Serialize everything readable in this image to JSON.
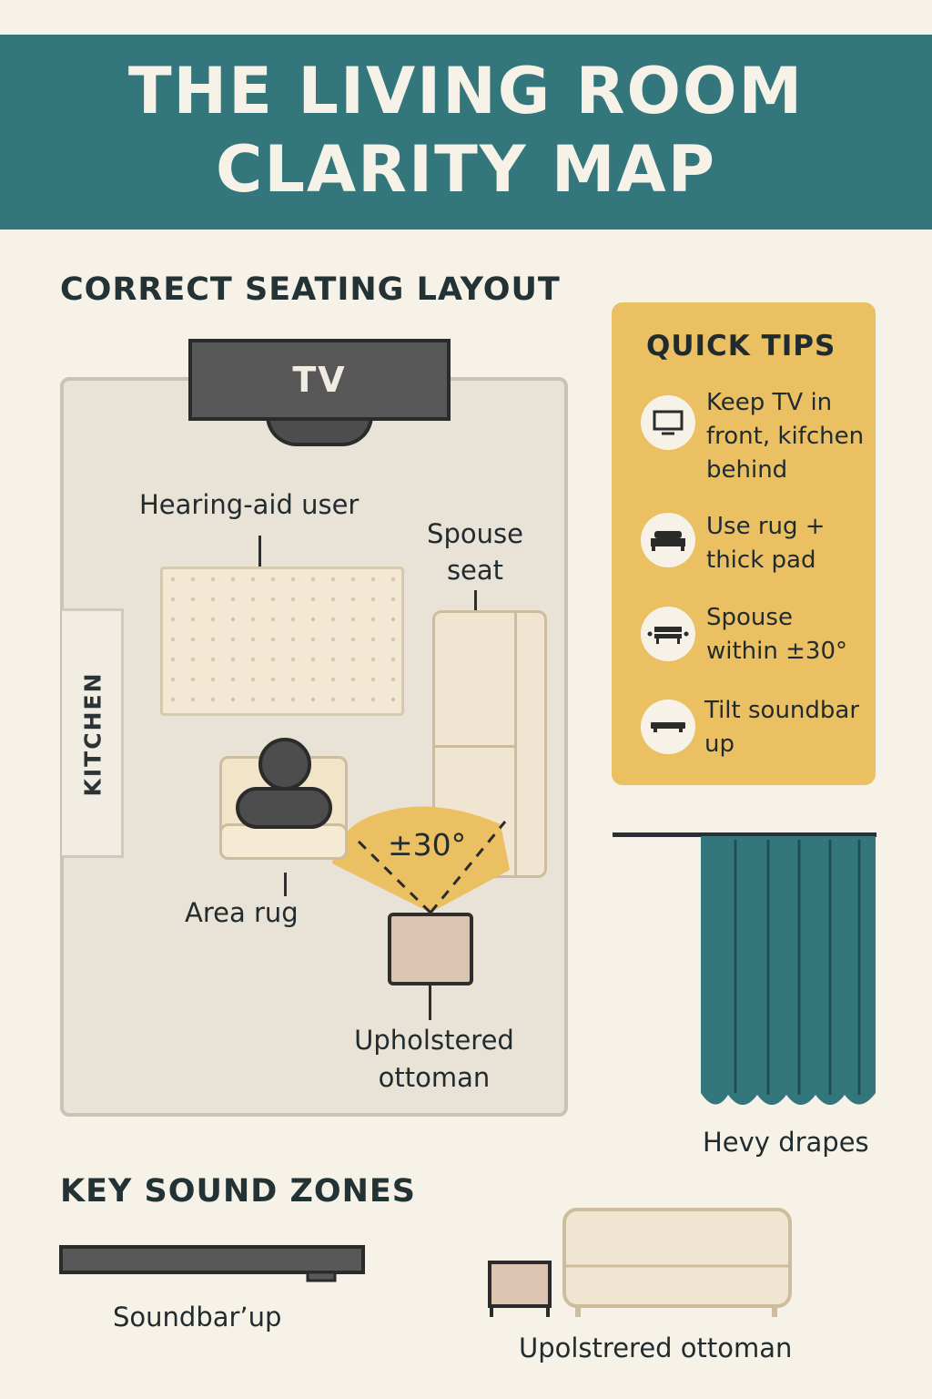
{
  "title": {
    "line1": "THE LIVING ROOM",
    "line2": "CLARITY MAP"
  },
  "layout_section": {
    "heading": "CORRECT SEATING LAYOUT",
    "tv_label": "TV",
    "kitchen_label": "KITCHEN",
    "hearing_aid_user_label": "Hearing-aid user",
    "spouse_seat_label": [
      "Spouse",
      "seat"
    ],
    "angle_label": "±30°",
    "area_rug_label": "Area rug",
    "ottoman_label": [
      "Upholstered",
      "ottoman"
    ]
  },
  "quick_tips": {
    "title": "QUICK TIPS",
    "items": [
      {
        "icon": "tv-icon",
        "lines": [
          "Keep TV in",
          "front, kifchen",
          "behind"
        ]
      },
      {
        "icon": "bed-icon",
        "lines": [
          "Use rug +",
          "thick pad"
        ]
      },
      {
        "icon": "sofa-icon",
        "lines": [
          "Spouse",
          "within ±30°"
        ]
      },
      {
        "icon": "soundbar-icon",
        "lines": [
          "Tilt soundbar",
          "up"
        ]
      }
    ]
  },
  "drapes_label": "Hevy drapes",
  "sound_zones": {
    "heading": "KEY SOUND ZONES",
    "soundbar_label": "Soundbarʼup",
    "ottoman_label": "Upolstrered ottoman"
  },
  "colors": {
    "teal": "#33777d",
    "cream": "#f7f2e8",
    "mustard": "#ebc063",
    "floor": "#e9e2d6",
    "dark": "#2b2b2b"
  }
}
